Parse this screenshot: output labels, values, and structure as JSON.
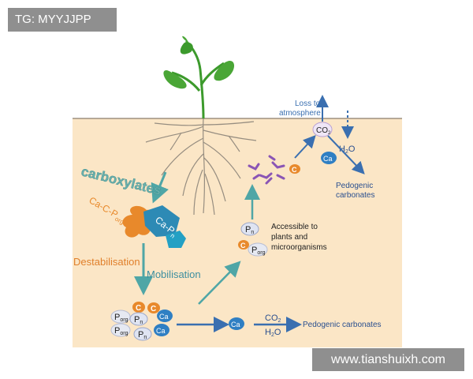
{
  "header_tag": "TG: MYYJJPP",
  "watermark": "www.tianshuixh.com",
  "colors": {
    "soil": "#fbe6c6",
    "teal_arrow": "#4fa6a6",
    "blue_arrow": "#3a6fb0",
    "orange": "#e8892b",
    "purple": "#8a55b5",
    "blue_ion": "#2f7fc3",
    "leaf_green": "#3c9a2c"
  },
  "labels": {
    "loss_line1": "Loss to",
    "loss_line2": "atmosphere",
    "co2_bubble": "CO",
    "co2_bubble_sub": "2",
    "h2o_right": "H",
    "h2o_right_sub": "2",
    "h2o_right_end": "O",
    "ca_right": "Ca",
    "pedogenic_right_1": "Pedogenic",
    "pedogenic_right_2": "carbonates",
    "carboxylates": "carboxylates",
    "ca_c_porg": "Ca-C-P",
    "ca_c_porg_sub": "org",
    "ca_pn": "Ca-P",
    "ca_pn_sub": "n",
    "c_near_roots": "C",
    "accessible_1": "Accessible to",
    "accessible_2": "plants and",
    "accessible_3": "microorganisms",
    "p_label": "P",
    "n_sub": "n",
    "org_sub": "org",
    "c_label": "C",
    "destabilisation": "Destabilisation",
    "mobilisation": "Mobilisation",
    "ca_label": "Ca",
    "co2_bottom": "CO",
    "co2_bottom_sub": "2",
    "h2o_bottom": "H",
    "h2o_bottom_sub": "2",
    "h2o_bottom_end": "O",
    "pedogenic_bottom": "Pedogenic carbonates"
  }
}
